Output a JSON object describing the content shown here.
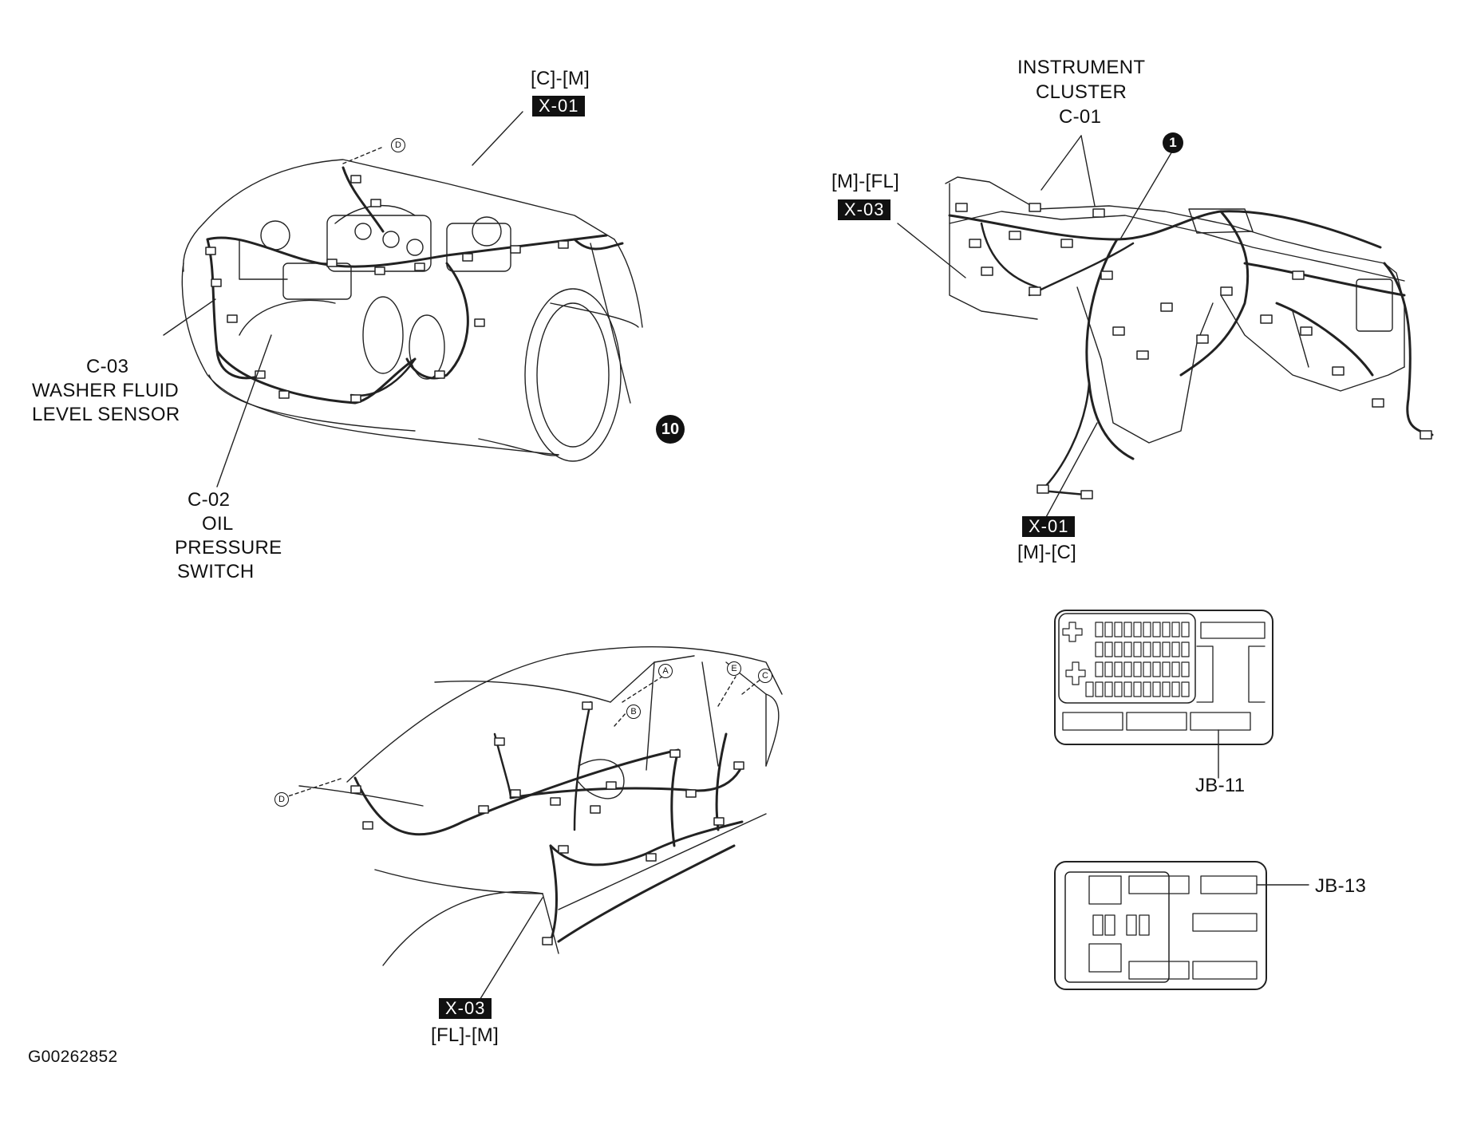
{
  "engine_bay": {
    "top_conn": {
      "code": "[C]-[M]",
      "tag": "X-01"
    },
    "washer": {
      "code": "C-03",
      "line1": "WASHER FLUID",
      "line2": "LEVEL SENSOR"
    },
    "oil": {
      "code": "C-02",
      "line1": "OIL",
      "line2": "PRESSURE",
      "line3": "SWITCH"
    },
    "callout_10": "10",
    "ref_d": "D"
  },
  "dashboard": {
    "cluster": {
      "line1": "INSTRUMENT",
      "line2": "CLUSTER",
      "code": "C-01"
    },
    "callout_1": "1",
    "left_conn": {
      "code": "[M]-[FL]",
      "tag": "X-03"
    },
    "bottom_conn": {
      "tag": "X-01",
      "code": "[M]-[C]"
    }
  },
  "body": {
    "refs": {
      "a": "A",
      "b": "B",
      "c": "C",
      "d": "D",
      "e": "E"
    },
    "bottom_conn": {
      "tag": "X-03",
      "code": "[FL]-[M]"
    }
  },
  "junction_boxes": {
    "jb11": "JB-11",
    "jb13": "JB-13"
  },
  "figure_id": "G00262852"
}
